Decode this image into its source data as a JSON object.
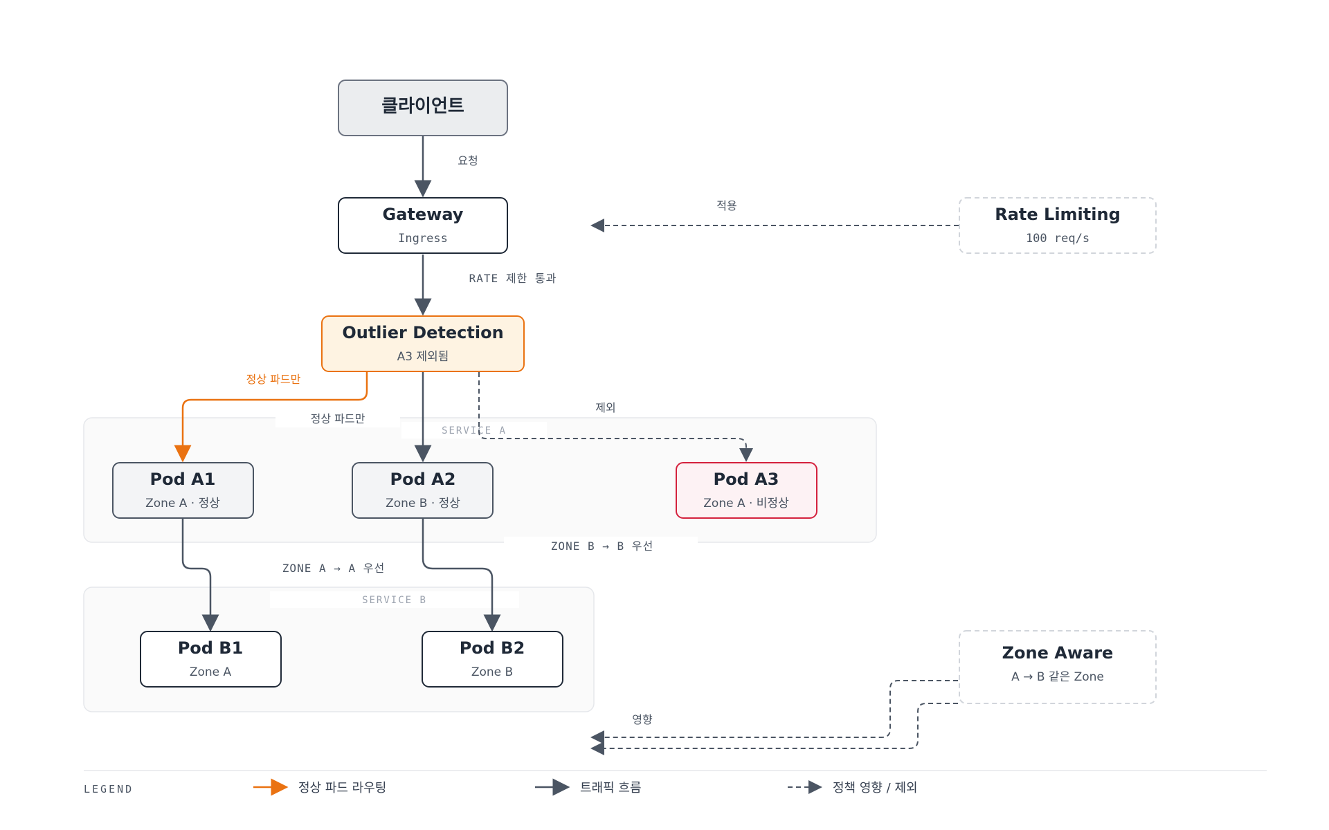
{
  "nodes": {
    "client": {
      "title": "클라이언트"
    },
    "gateway": {
      "title": "Gateway",
      "sub": "Ingress"
    },
    "rate": {
      "title": "Rate Limiting",
      "sub": "100 req/s"
    },
    "outlier": {
      "title": "Outlier Detection",
      "sub": "A3 제외됨"
    },
    "podA1": {
      "title": "Pod A1",
      "sub": "Zone A · 정상"
    },
    "podA2": {
      "title": "Pod A2",
      "sub": "Zone B · 정상"
    },
    "podA3": {
      "title": "Pod A3",
      "sub": "Zone A · 비정상"
    },
    "podB1": {
      "title": "Pod B1",
      "sub": "Zone A"
    },
    "podB2": {
      "title": "Pod B2",
      "sub": "Zone B"
    },
    "zone": {
      "title": "Zone Aware",
      "sub": "A → B 같은 Zone"
    }
  },
  "groups": {
    "serviceA": "SERVICE A",
    "serviceB": "SERVICE B"
  },
  "edges": {
    "request": "요청",
    "apply": "적용",
    "rate_pass": "RATE 제한 통과",
    "healthy_only_orange": "정상 파드만",
    "healthy_only": "정상 파드만",
    "exclude": "제외",
    "zone_a": "ZONE A → A 우선",
    "zone_b": "ZONE B → B 우선",
    "influence": "영향"
  },
  "legend": {
    "title": "LEGEND",
    "items": [
      {
        "label": "정상 파드 라우팅",
        "color": "#ea7211"
      },
      {
        "label": "트래픽 흐름",
        "color": "#4b5563"
      },
      {
        "label": "정책 영향 / 제외",
        "color": "#6b7280"
      }
    ]
  },
  "colors": {
    "orange": "#ea7211",
    "red": "#d4213d",
    "dark": "#1f2937",
    "gray": "#4b5563"
  }
}
